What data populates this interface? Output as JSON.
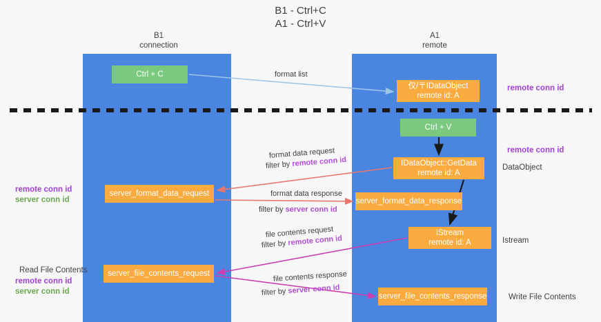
{
  "title": {
    "line1": "B1 - Ctrl+C",
    "line2": "A1 - Ctrl+V"
  },
  "columns": {
    "b1": {
      "name": "B1",
      "role": "connection"
    },
    "a1": {
      "name": "A1",
      "role": "remote"
    }
  },
  "nodes": {
    "ctrl_c": {
      "label": "Ctrl + C",
      "color": "#7ac97f"
    },
    "idataobject": {
      "line1": "仅/〒IDataObject",
      "line2": "remote id: A",
      "color": "#faab40"
    },
    "ctrl_v": {
      "label": "Ctrl + V",
      "color": "#7ac97f"
    },
    "getdata": {
      "line1": "IDataObject::GetData",
      "line2": "remote id: A",
      "color": "#faab40"
    },
    "server_format_data_request": {
      "label": "server_format_data_request",
      "color": "#faab40"
    },
    "server_format_data_response": {
      "label": "server_format_data_response",
      "color": "#faab40"
    },
    "istream": {
      "line1": "IStream",
      "line2": "remote id: A",
      "color": "#faab40"
    },
    "server_file_contents_request": {
      "label": "server_file_contents_request",
      "color": "#faab40"
    },
    "server_file_contents_response": {
      "label": "server_file_contents_response",
      "color": "#faab40"
    }
  },
  "right_labels": {
    "remote_conn_id_top": "remote conn id",
    "remote_conn_id_mid": "remote conn id",
    "dataobject": "DataObject",
    "istream": "Istream",
    "write_file_contents": "Write File Contents"
  },
  "left_labels": {
    "remote_conn_id": "remote conn id",
    "server_conn_id": "server conn id",
    "read_file_contents": "Read File Contents",
    "remote_conn_id_2": "remote conn id",
    "server_conn_id_2": "server conn id"
  },
  "edge_labels": {
    "format_list": "format list",
    "format_data_request": "format data request",
    "filter_by_remote_conn_id_1": {
      "prefix": "filter by ",
      "highlight": "remote conn id"
    },
    "format_data_response": "format data response",
    "filter_by_server_conn_id_1": {
      "prefix": "filter by ",
      "highlight": "server conn id"
    },
    "file_contents_request": "file contents request",
    "filter_by_remote_conn_id_2": {
      "prefix": "filter by ",
      "highlight": "remote conn id"
    },
    "file_contents_response": "file contents response",
    "filter_by_server_conn_id_2": {
      "prefix": "filter by ",
      "highlight": "server conn id"
    }
  },
  "colors": {
    "lane": "#4a86e0",
    "orange": "#faab40",
    "green": "#7ac97f",
    "purple": "#a142d0",
    "green_text": "#6aa84f",
    "arrow_blue": "#9fc5e8",
    "arrow_red": "#e8786f",
    "arrow_magenta": "#cc3fb0",
    "arrow_black": "#1a1a1a",
    "background": "#f7f7f7"
  }
}
